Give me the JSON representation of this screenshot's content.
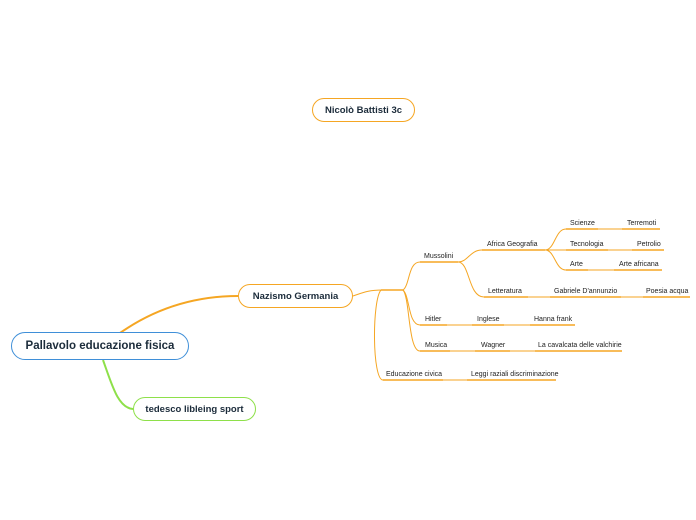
{
  "colors": {
    "orange": "#f5a623",
    "blue": "#3f8fd8",
    "green": "#8ee04a"
  },
  "mindmap": {
    "root": "Pallavolo educazione fisica",
    "floating": "Nicolò Battisti 3c",
    "main": "Nazismo Germania",
    "secondary": "tedesco libleing sport",
    "topics": {
      "mussolini": "Mussolini",
      "africa": "Africa Geografia",
      "scienze": "Scienze",
      "terremoti": "Terremoti",
      "tecnologia": "Tecnologia",
      "petrolio": "Petrolio",
      "arte": "Arte",
      "arte_africana": "Arte africana",
      "letteratura": "Letteratura",
      "dannunzio": "Gabriele D'annunzio",
      "poesia": "Poesia acqua",
      "hitler": "Hitler",
      "inglese": "Inglese",
      "hanna": "Hanna frank",
      "musica": "Musica",
      "wagner": "Wagner",
      "cavalcata": "La cavalcata delle valchirie",
      "educazione": "Educazione civica",
      "leggi": "Leggi raziali discriminazione"
    }
  }
}
